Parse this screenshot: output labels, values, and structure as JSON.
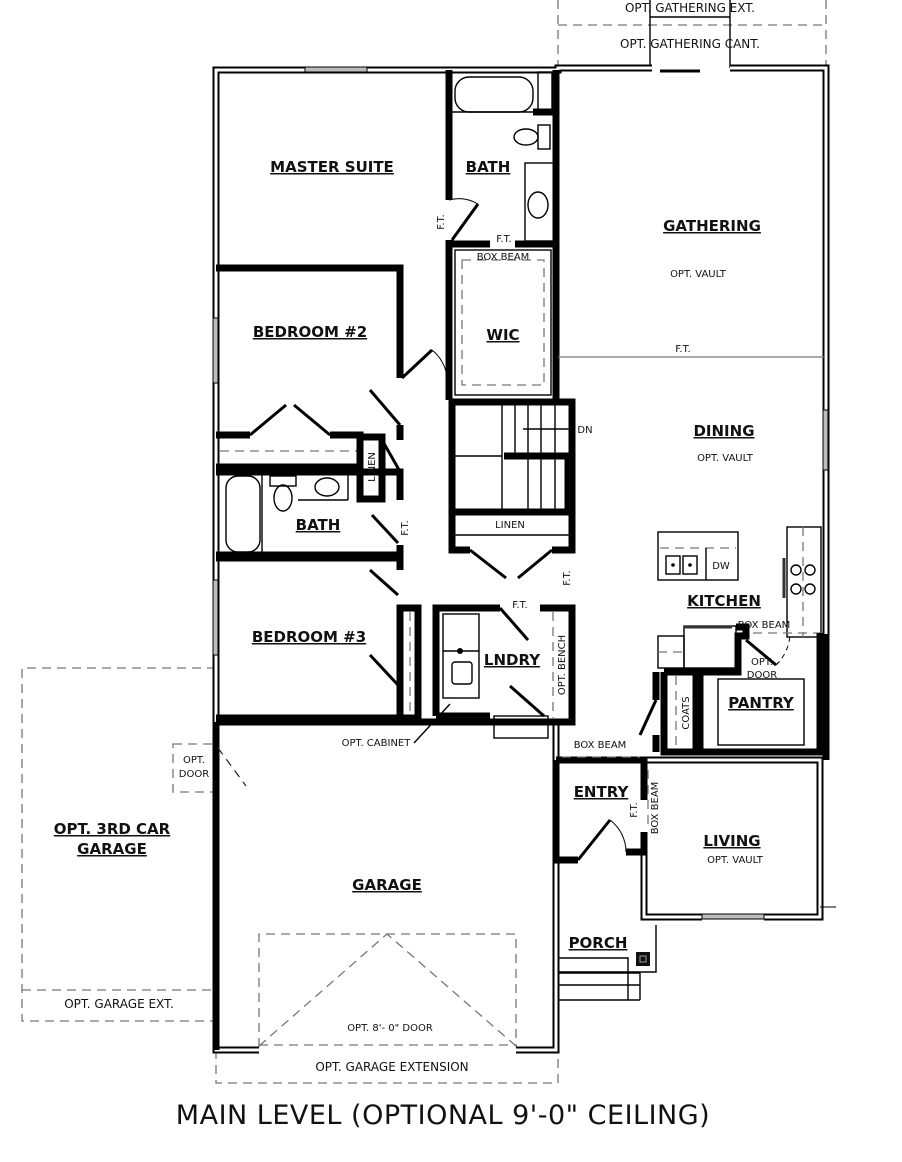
{
  "plan": {
    "title": "MAIN LEVEL (OPTIONAL 9'-0\" CEILING)",
    "rooms": {
      "master_suite": "MASTER SUITE",
      "master_bath": "BATH",
      "wic": "WIC",
      "gathering": "GATHERING",
      "gathering_note": "OPT. VAULT",
      "dining": "DINING",
      "dining_note": "OPT. VAULT",
      "bedroom2": "BEDROOM #2",
      "bath2": "BATH",
      "bedroom3": "BEDROOM #3",
      "laundry": "LNDRY",
      "kitchen": "KITCHEN",
      "pantry": "PANTRY",
      "entry": "ENTRY",
      "living": "LIVING",
      "living_note": "OPT. VAULT",
      "porch": "PORCH",
      "garage": "GARAGE",
      "third_car_garage_line1": "OPT. 3RD CAR",
      "third_car_garage_line2": "GARAGE"
    },
    "annotations": {
      "opt_gathering_ext": "OPT. GATHERING EXT.",
      "opt_gathering_cant": "OPT. GATHERING CANT.",
      "ft": "F.T.",
      "box_beam": "BOX BEAM",
      "linen": "LINEN",
      "dn": "DN",
      "dw": "DW",
      "coats": "COATS",
      "opt_bench": "OPT. BENCH",
      "opt_cabinet": "OPT. CABINET",
      "opt": "OPT.",
      "door": "DOOR",
      "opt_garage_ext": "OPT. GARAGE EXT.",
      "opt_garage_extension": "OPT. GARAGE EXTENSION",
      "opt_garage_door": "OPT. 8'- 0\" DOOR"
    }
  }
}
